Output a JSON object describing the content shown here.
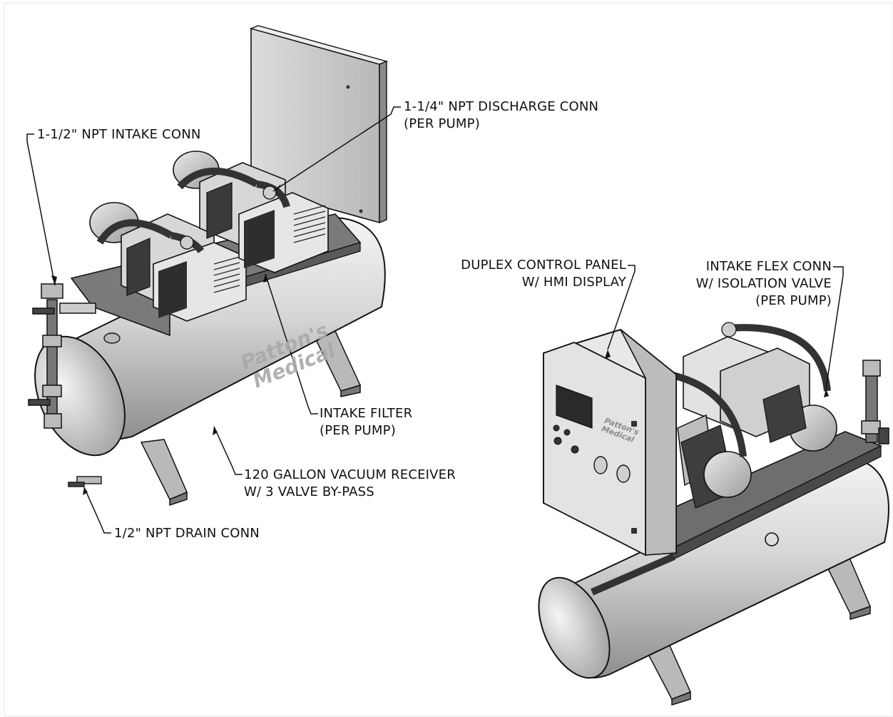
{
  "labels": {
    "discharge_conn": [
      "1-1/4\" NPT DISCHARGE CONN",
      "(PER PUMP)"
    ],
    "intake_conn": [
      "1-1/2\" NPT INTAKE CONN"
    ],
    "intake_filter": [
      "INTAKE FILTER",
      "(PER PUMP)"
    ],
    "receiver": [
      "120 GALLON VACUUM RECEIVER",
      "W/ 3 VALVE BY-PASS"
    ],
    "drain_conn": [
      "1/2\" NPT DRAIN CONN"
    ],
    "control_panel": [
      "DUPLEX CONTROL PANEL",
      "W/ HMI DISPLAY"
    ],
    "intake_flex": [
      "INTAKE FLEX CONN",
      "W/ ISOLATION VALVE",
      "(PER PUMP)"
    ]
  },
  "logo": [
    "Patton's",
    "Medical"
  ],
  "colors": {
    "line": "#111111",
    "tank": "#c8c8c8",
    "tank_dark": "#8c8c8c",
    "panel": "#d9d9d9",
    "motor_dark": "#3a3a3a"
  }
}
